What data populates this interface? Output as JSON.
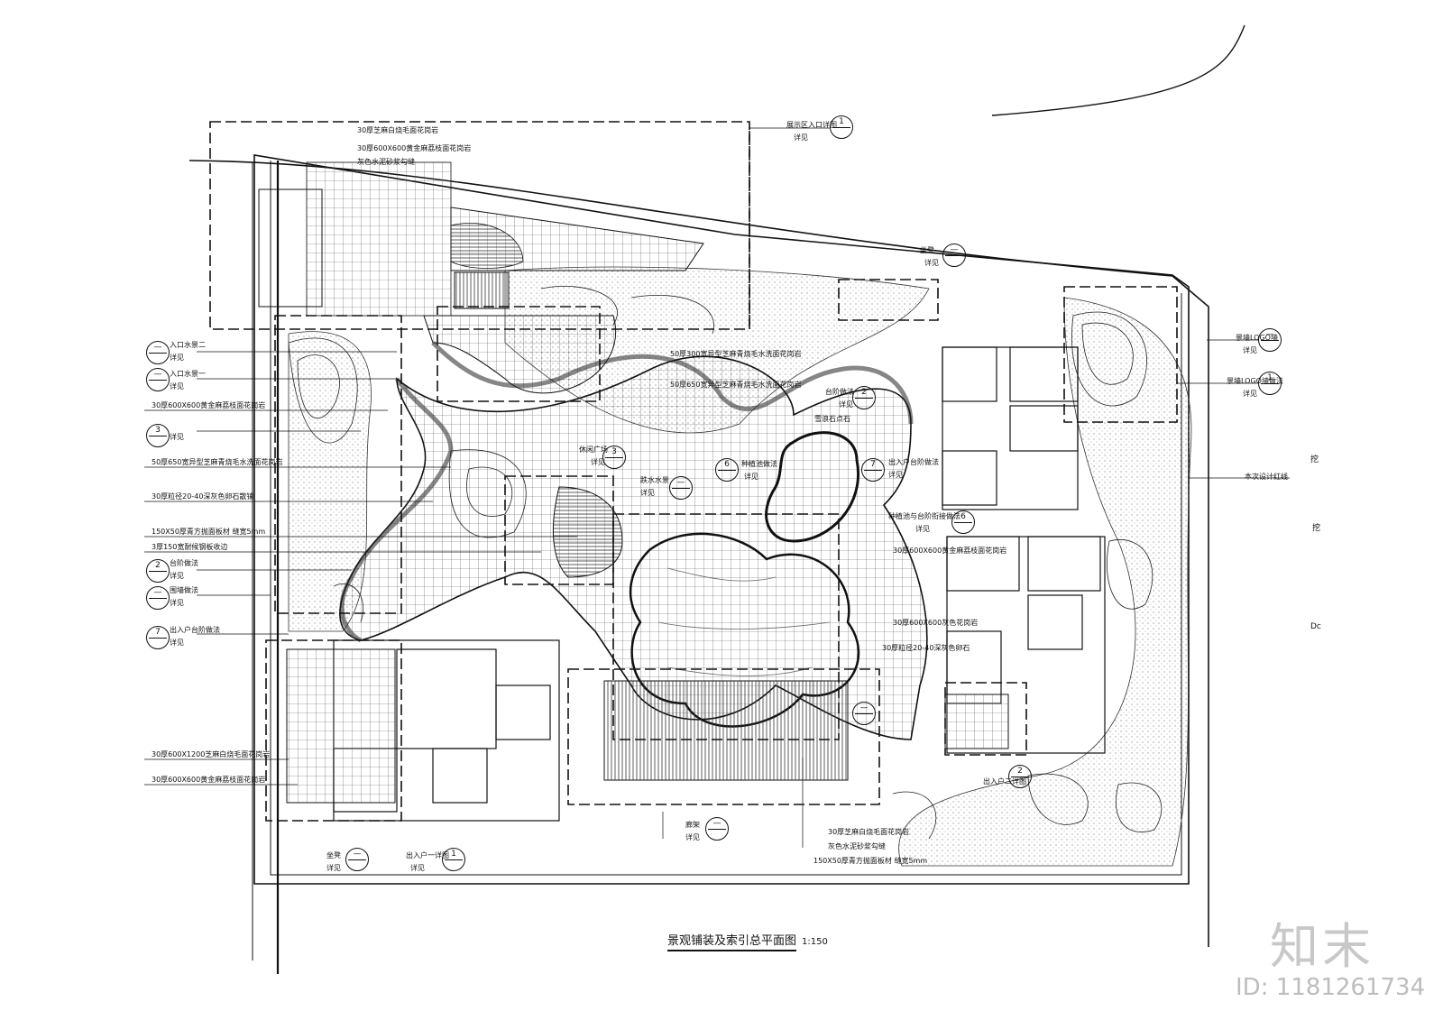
{
  "drawing": {
    "title": "景观铺装及索引总平面图",
    "scale": "1:150",
    "labels_left": [
      "30厚芝麻白烧毛面花岗岩",
      "30厚600X600黄金麻荔枝面花岗岩",
      "灰色水泥砂浆勾缝",
      "入口水景二",
      "详见",
      "入口水景一",
      "详见",
      "30厚600X600黄金麻荔枝面花岗岩",
      "详见",
      "50厚650宽异型芝麻青烧毛水洗面花岗岩",
      "30厚粒径20-40深灰色卵石散铺",
      "150X50厚青方抛面板材 缝宽5mm",
      "3厚150宽耐候钢板收边",
      "台阶做法",
      "详见",
      "围墙做法",
      "详见",
      "出入户台阶做法",
      "详见",
      "30厚600X1200芝麻白烧毛面花岗岩",
      "30厚600X600黄金麻荔枝面花岗岩"
    ],
    "labels_center": [
      "50厚300宽异型芝麻青烧毛水洗面花岗岩",
      "50厚650宽异型芝麻青烧毛水洗面花岗岩",
      "台阶做法",
      "详见",
      "雪浪石点石",
      "休闲广场",
      "详见",
      "跌水水景",
      "详见",
      "种植池做法",
      "详见",
      "出入户台阶做法",
      "详见",
      "种植池与台阶衔接做法",
      "详见",
      "30厚600X600黄金麻荔枝面花岗岩",
      "30厚600X600灰色花岗岩",
      "30厚粒径20-40深灰色卵石",
      "出入户二详图",
      "廊架",
      "详见",
      "30厚芝麻白烧毛面花岗岩",
      "灰色水泥砂浆勾缝",
      "150X50厚青方抛面板材 缝宽5mm",
      "坐凳",
      "详见",
      "出入户一详图",
      "详见"
    ],
    "labels_right": [
      "展示区入口详图",
      "详见",
      "坐凳",
      "详见",
      "景墙LOGO墙",
      "详见",
      "景墙LOGO墙做法",
      "详见",
      "本次设计红线",
      "挖",
      "挖",
      "Dc"
    ],
    "refs": [
      {
        "n": "1",
        "d": ""
      },
      {
        "n": "—",
        "d": ""
      },
      {
        "n": "—",
        "d": ""
      },
      {
        "n": "3",
        "d": ""
      },
      {
        "n": "2",
        "d": ""
      },
      {
        "n": "—",
        "d": ""
      },
      {
        "n": "7",
        "d": ""
      },
      {
        "n": "2",
        "d": ""
      },
      {
        "n": "3",
        "d": ""
      },
      {
        "n": "—",
        "d": ""
      },
      {
        "n": "6",
        "d": ""
      },
      {
        "n": "7",
        "d": ""
      },
      {
        "n": "6",
        "d": ""
      },
      {
        "n": "2",
        "d": ""
      },
      {
        "n": "1",
        "d": ""
      },
      {
        "n": "—",
        "d": ""
      },
      {
        "n": "1",
        "d": ""
      },
      {
        "n": "—",
        "d": ""
      },
      {
        "n": "—",
        "d": ""
      },
      {
        "n": "—",
        "d": ""
      },
      {
        "n": "—",
        "d": ""
      }
    ]
  },
  "watermark": {
    "logo": "知末",
    "id_text": "ID: 1181261734"
  }
}
